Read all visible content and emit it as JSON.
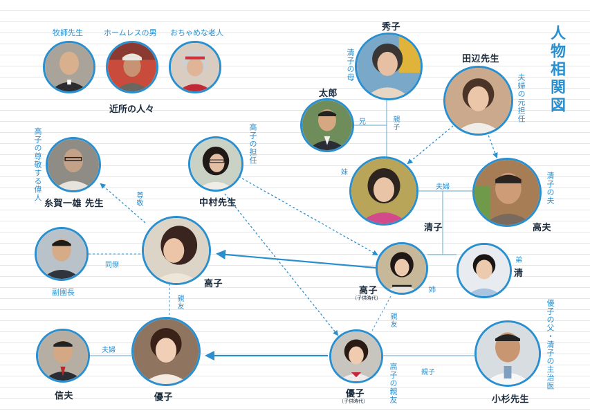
{
  "title": "人物相関図",
  "group_label": "近所の人々",
  "colors": {
    "accent": "#2a8fcf",
    "text": "#1a2a3a"
  },
  "people": {
    "pastor": {
      "role": "牧師先生"
    },
    "homeless": {
      "role": "ホームレスの男"
    },
    "oldlady": {
      "role": "おちゃめな老人"
    },
    "hideko": {
      "name": "秀子",
      "note": "清子の母"
    },
    "taro": {
      "name": "太郎"
    },
    "tanabe": {
      "name": "田辺先生",
      "note": "夫婦の元担任"
    },
    "itoga": {
      "name": "糸賀一雄 先生",
      "note": "高子の尊敬する偉人"
    },
    "nakamura": {
      "name": "中村先生",
      "note": "高子の担任"
    },
    "kiyoko": {
      "name": "清子"
    },
    "takao": {
      "name": "高夫",
      "note": "清子の夫"
    },
    "vice": {
      "note": "副園長"
    },
    "takako": {
      "name": "高子"
    },
    "takako_child": {
      "name": "高子",
      "sub": "（子供時代）"
    },
    "kiyoshi": {
      "name": "清",
      "note": "弟"
    },
    "nobuo": {
      "name": "信夫"
    },
    "yuko": {
      "name": "優子"
    },
    "yuko_child": {
      "name": "優子",
      "sub": "（子供時代）",
      "note": "高子の親友"
    },
    "kosugi": {
      "name": "小杉先生",
      "note": "優子の父・清子の主治医"
    }
  },
  "relations": {
    "ani": "兄",
    "oyako_hideko": "親子",
    "imouto": "妹",
    "fuufu_kiyoko": "夫婦",
    "sonkei": "尊敬",
    "douryou": "同僚",
    "shinyu_adult": "親友",
    "ane": "姉",
    "shinyu_child": "親友",
    "fuufu_nobuo": "夫婦",
    "oyako_kosugi": "親子"
  }
}
